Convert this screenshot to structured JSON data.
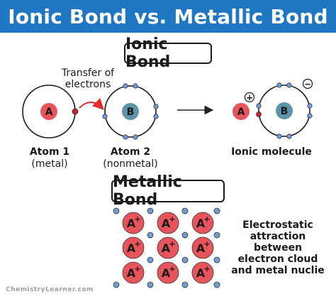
{
  "title": "Ionic Bond vs. Metallic Bond",
  "colors": {
    "banner": "#1f77c3",
    "metal_atom": "#e8545b",
    "nonmetal_atom": "#5f93a8",
    "electron": "#6f9ed3",
    "transferred_electron": "#c9202a",
    "arrow_red": "#e32b2b"
  },
  "ionic": {
    "label": "Ionic Bond",
    "transfer_lines": [
      "Transfer of",
      "electrons"
    ],
    "atom1": {
      "letter": "A",
      "name": "Atom 1",
      "type": "(metal)"
    },
    "atom2": {
      "letter": "B",
      "name": "Atom 2",
      "type": "(nonmetal)"
    },
    "molecule": {
      "letter_a": "A",
      "letter_b": "B",
      "charge_a": "+",
      "charge_b": "−",
      "label": "Ionic molecule"
    }
  },
  "metallic": {
    "label": "Metallic Bond",
    "ion_letter": "A",
    "ion_charge": "+",
    "description_lines": [
      "Electrostatic",
      "attraction",
      "between",
      "electron cloud",
      "and metal nuclie"
    ]
  },
  "credit": "ChemistryLearner.com"
}
